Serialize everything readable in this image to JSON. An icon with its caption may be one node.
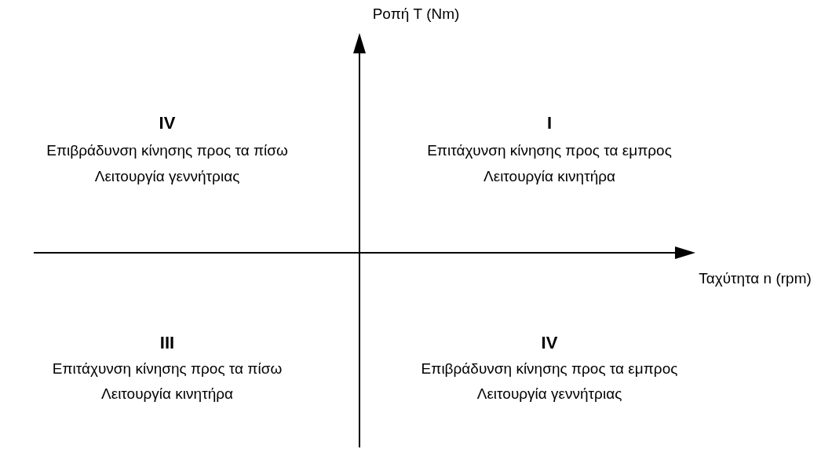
{
  "diagram": {
    "labels": [
      "Ροπή T (Nm)",
      "IV",
      "Επιβράδυνση κίνησης προς τα πίσω",
      "Λειτουργία γεννήτριας",
      "I",
      "Επιτάχυνση κίνησης προς τα εμπρος",
      "Λειτουργία κινητήρα",
      "Ταχύτητα n (rpm)",
      "III",
      "Επιτάχυνση κίνησης προς τα πίσω",
      "Λειτουργία κινητήρα",
      "IV",
      "Επιβράδυνση κίνησης προς τα εμπρος",
      "Λειτουργία γεννήτριας"
    ]
  }
}
